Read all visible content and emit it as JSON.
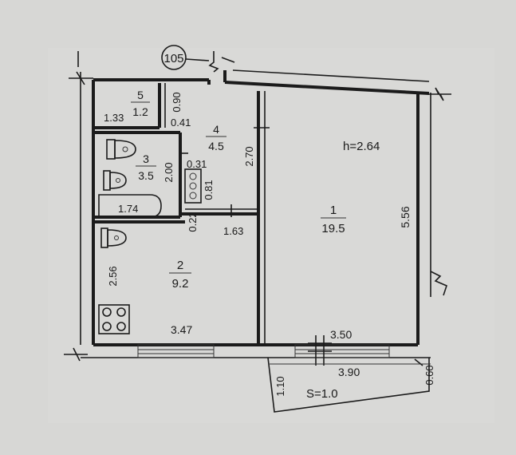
{
  "plan": {
    "marker_label": "105",
    "ceiling_height": "h=2.64",
    "balcony_area": "S=1.0",
    "rooms": [
      {
        "number": "1",
        "area": "19.5"
      },
      {
        "number": "2",
        "area": "9.2"
      },
      {
        "number": "3",
        "area": "3.5"
      },
      {
        "number": "4",
        "area": "4.5"
      },
      {
        "number": "5",
        "area": "1.2"
      }
    ],
    "dimensions": {
      "d_133": "1.33",
      "d_090": "0.90",
      "d_041": "0.41",
      "d_270": "2.70",
      "d_200": "2.00",
      "d_031": "0.31",
      "d_081": "0.81",
      "d_174": "1.74",
      "d_022": "0.22",
      "d_163": "1.63",
      "d_256": "2.56",
      "d_347": "3.47",
      "d_350": "3.50",
      "d_390": "3.90",
      "d_556": "5.56",
      "d_110": "1.10",
      "d_060": "0.60"
    }
  }
}
